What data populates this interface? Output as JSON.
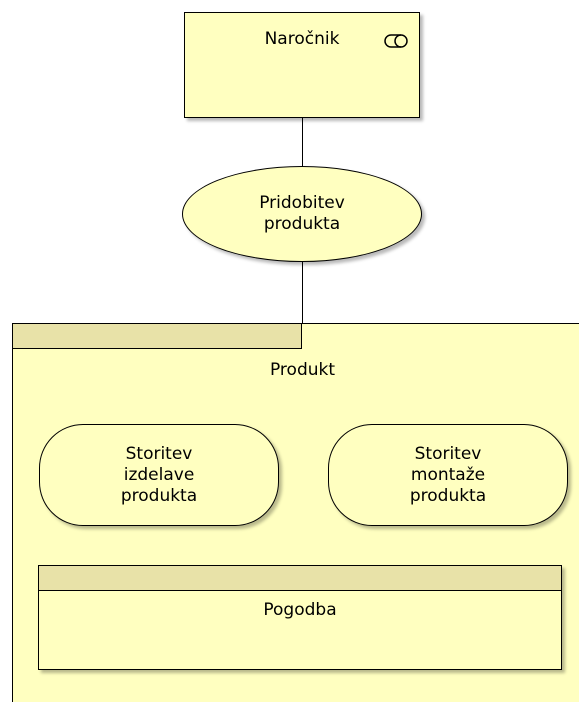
{
  "diagram": {
    "role_element": {
      "label": "Naročnik",
      "icon": "role-icon"
    },
    "business_service": {
      "line1": "Pridobitev",
      "line2": "produkta"
    },
    "product_group": {
      "label": "Produkt",
      "services": [
        {
          "line1": "Storitev",
          "line2": "izdelave",
          "line3": "produkta"
        },
        {
          "line1": "Storitev",
          "line2": "montaže",
          "line3": "produkta"
        }
      ],
      "contract": {
        "label": "Pogodba"
      }
    },
    "colors": {
      "fill": "#ffffc0",
      "tab": "#e8e2a8",
      "line": "#000000"
    }
  }
}
